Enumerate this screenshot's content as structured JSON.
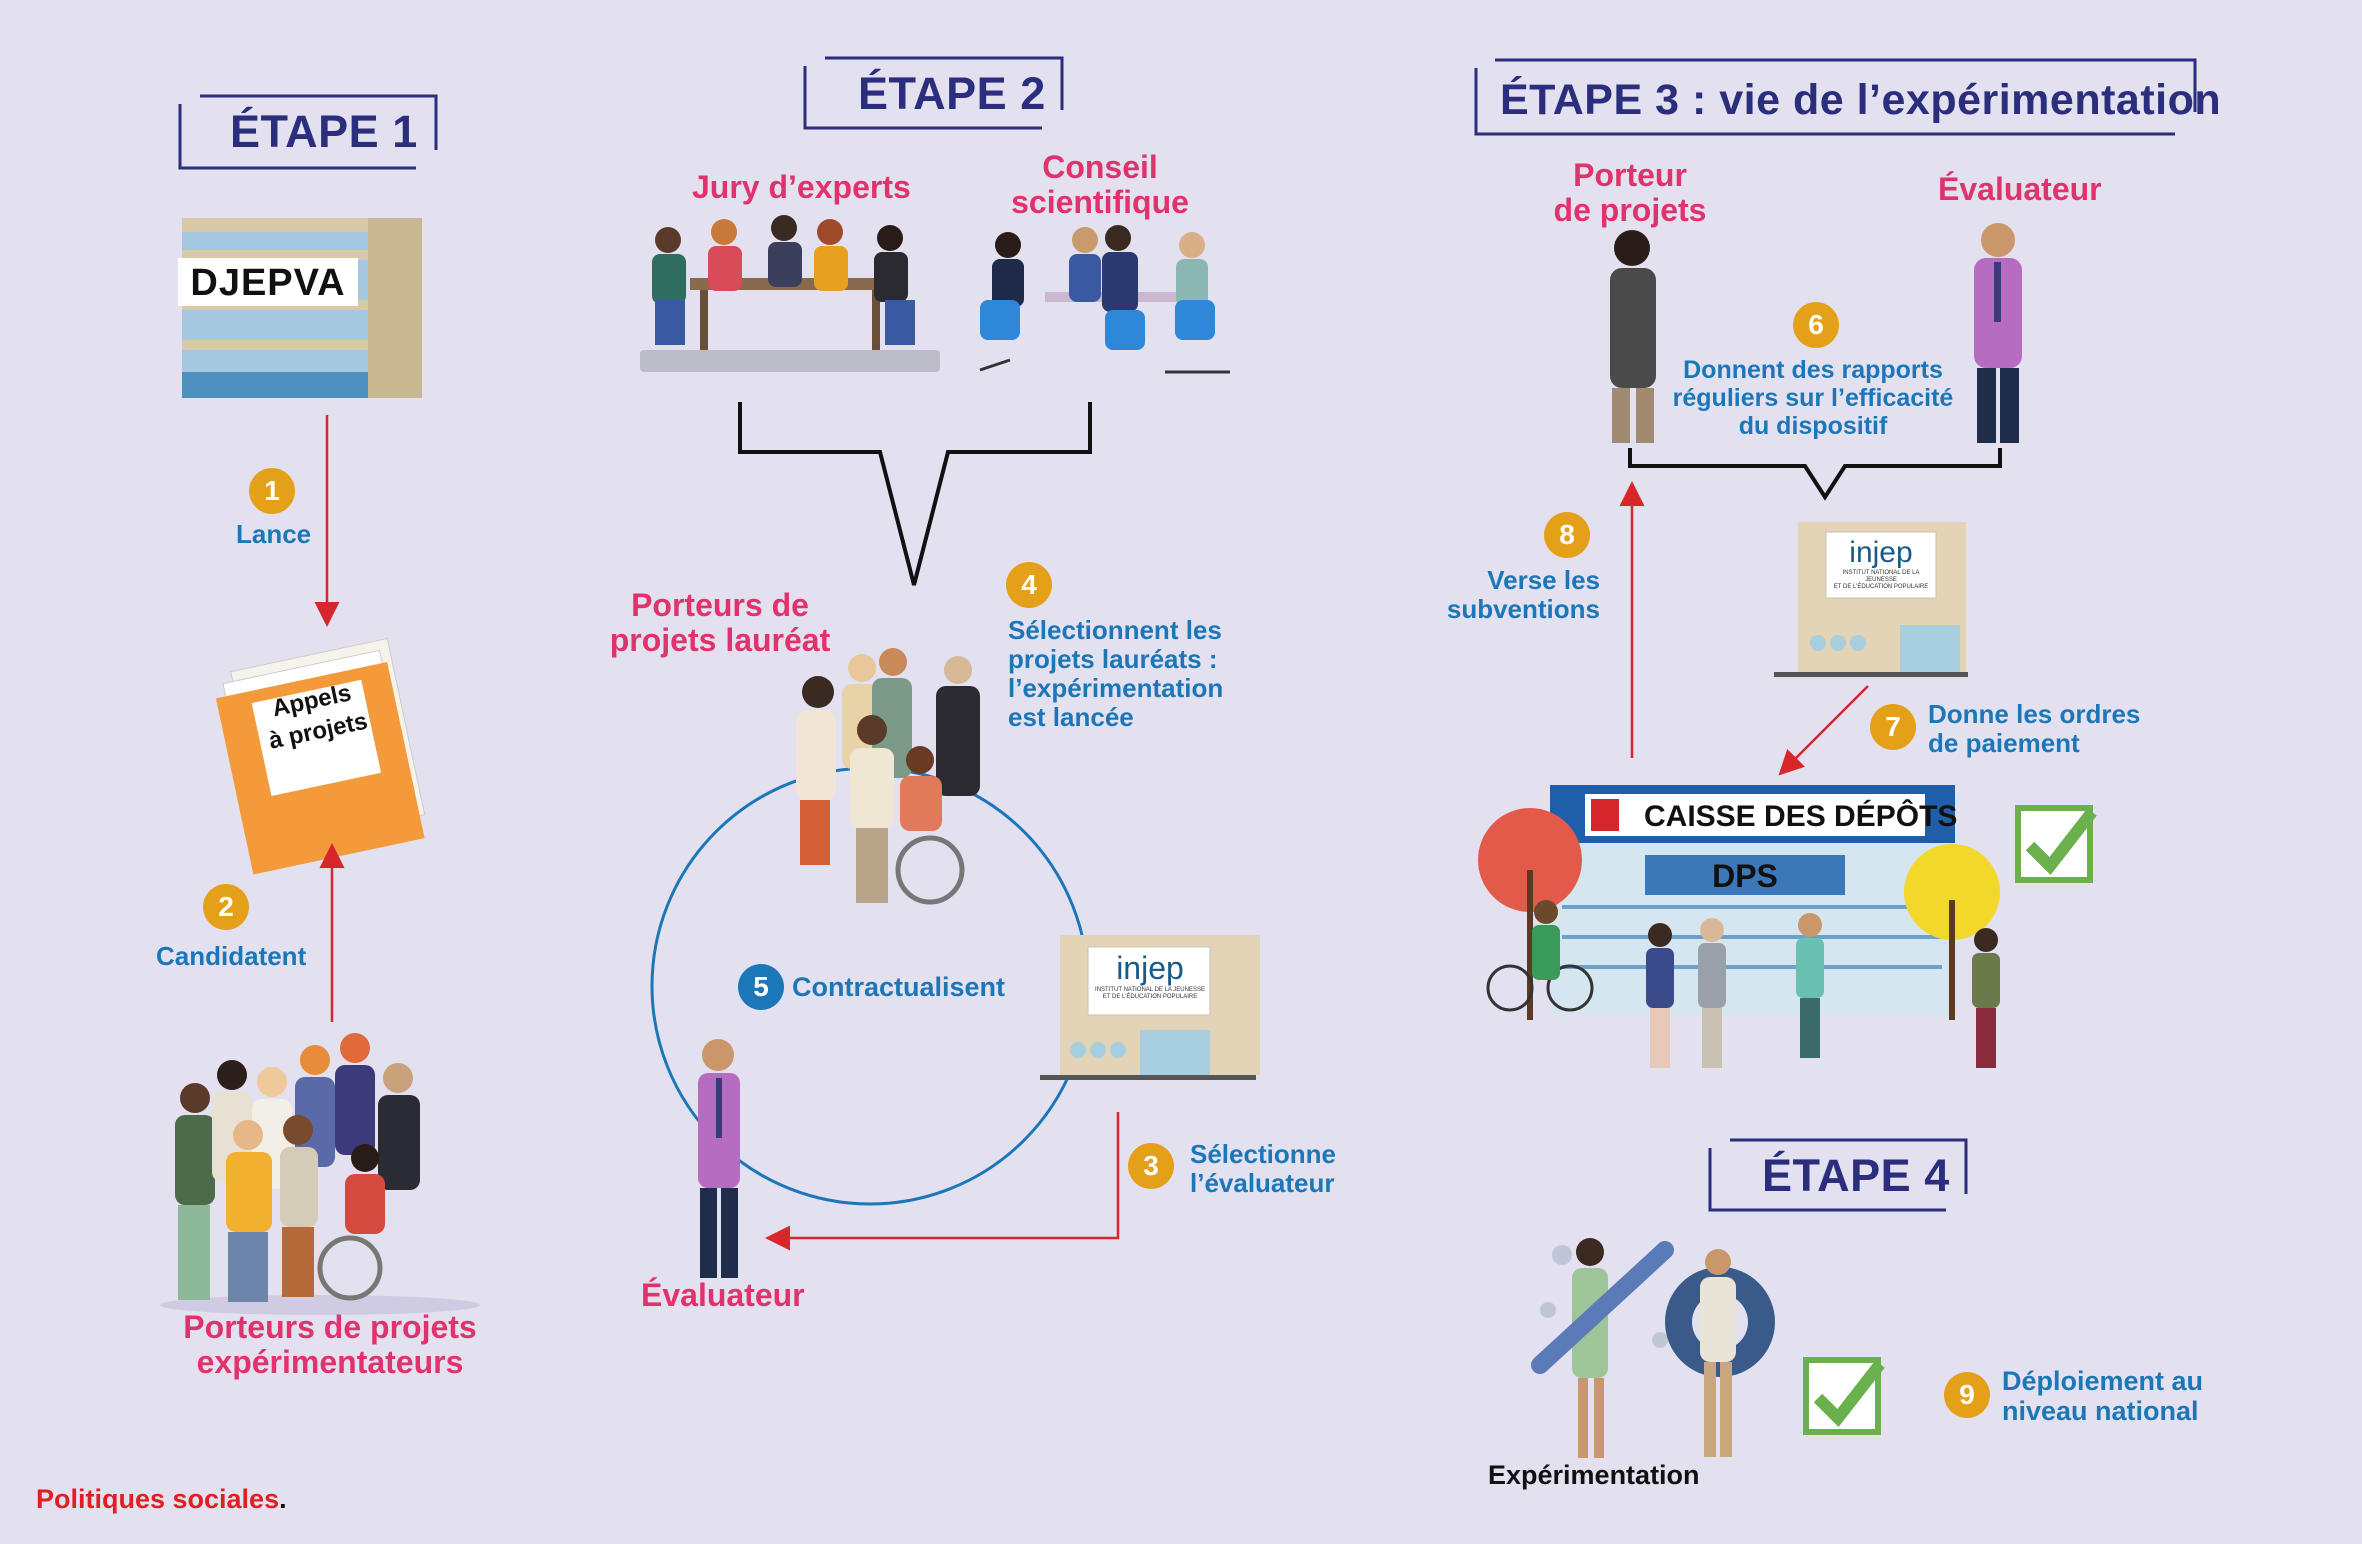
{
  "stages": {
    "s1": "ÉTAPE 1",
    "s2": "ÉTAPE 2",
    "s3": "ÉTAPE 3 : vie de l’expérimentation",
    "s4": "ÉTAPE 4"
  },
  "building_djepva": "DJEPVA",
  "folder_label": "Appels\nà projets",
  "porteurs_experimentateurs": "Porteurs de projets\nexpérimentateurs",
  "jury": "Jury d’experts",
  "conseil": "Conseil\nscientifique",
  "porteurs_laureat": "Porteurs de\nprojets lauréat",
  "evaluateur_s2": "Évaluateur",
  "porteur_s3": "Porteur\nde projets",
  "evaluateur_s3": "Évaluateur",
  "injep_logo": "injep",
  "injep_sub": "INSTITUT NATIONAL DE LA JEUNESSE\nET DE L’ÉDUCATION POPULAIRE",
  "caisse": "CAISSE DES DÉPÔTS",
  "dps": "DPS",
  "experimentation": "Expérimentation",
  "steps": [
    {
      "n": "1",
      "text": "Lance"
    },
    {
      "n": "2",
      "text": "Candidatent"
    },
    {
      "n": "3",
      "text": "Sélectionne\nl’évaluateur"
    },
    {
      "n": "4",
      "text": "Sélectionnent les\nprojets lauréats :\nl’expérimentation\nest lancée"
    },
    {
      "n": "5",
      "text": "Contractualisent"
    },
    {
      "n": "6",
      "text": "Donnent des rapports\nréguliers sur l’efficacité\ndu dispositif"
    },
    {
      "n": "7",
      "text": "Donne les ordres\nde paiement"
    },
    {
      "n": "8",
      "text": "Verse les\nsubventions"
    },
    {
      "n": "9",
      "text": "Déploiement au\nniveau national"
    }
  ],
  "footer": "Politiques sociales",
  "colors": {
    "background": "#e3e0f0",
    "title": "#2b2e7c",
    "pink": "#e0336c",
    "blue": "#1c77b8",
    "badge": "#e5a019",
    "arrow": "#d8262d"
  }
}
